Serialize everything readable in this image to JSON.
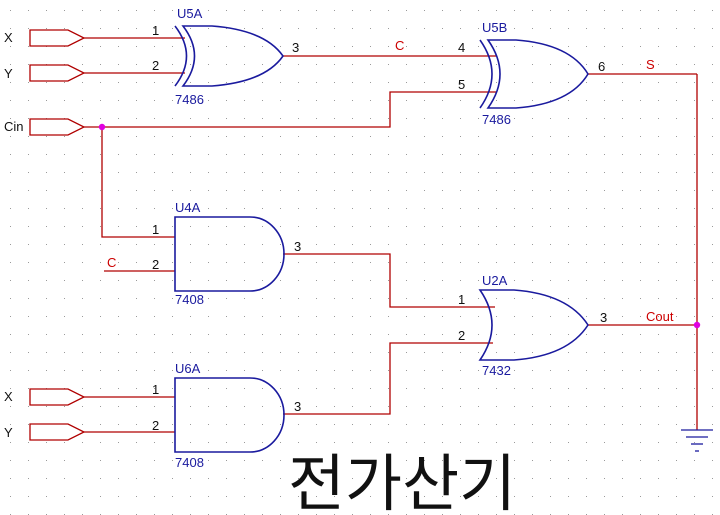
{
  "inputs": {
    "x1": "X",
    "y1": "Y",
    "cin": "Cin",
    "x2": "X",
    "y2": "Y"
  },
  "gates": {
    "u5a": {
      "ref": "U5A",
      "part": "7486",
      "pin_a": "1",
      "pin_b": "2",
      "pin_out": "3"
    },
    "u5b": {
      "ref": "U5B",
      "part": "7486",
      "pin_a": "4",
      "pin_b": "5",
      "pin_out": "6"
    },
    "u4a": {
      "ref": "U4A",
      "part": "7408",
      "pin_a": "1",
      "pin_b": "2",
      "pin_out": "3"
    },
    "u6a": {
      "ref": "U6A",
      "part": "7408",
      "pin_a": "1",
      "pin_b": "2",
      "pin_out": "3"
    },
    "u2a": {
      "ref": "U2A",
      "part": "7432",
      "pin_a": "1",
      "pin_b": "2",
      "pin_out": "3"
    }
  },
  "nets": {
    "c_top": "C",
    "c_left": "C",
    "sum": "S",
    "carry": "Cout"
  },
  "caption": "전가산기",
  "colors": {
    "wire": "#b00000",
    "gate": "#1a1a9e",
    "net_label": "#cc0000",
    "junction": "#e000e0"
  }
}
